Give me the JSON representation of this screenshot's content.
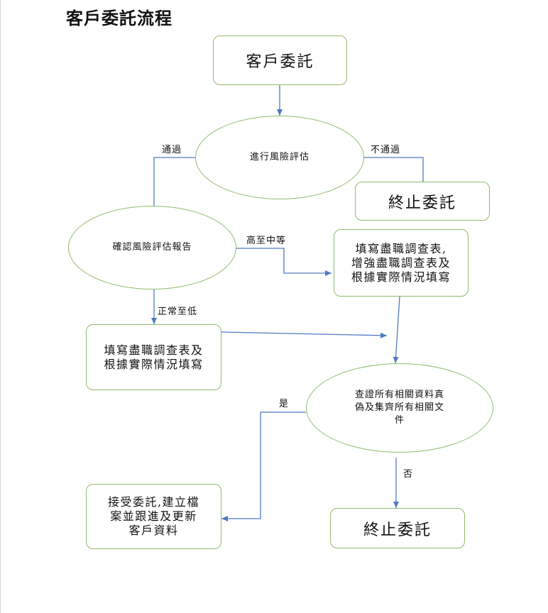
{
  "title": "客戶委託流程",
  "nodes": {
    "start": "客戶委託",
    "risk_assessment": "進行風險評估",
    "terminate_top": "終止委託",
    "confirm_report": "確認風險評估報告",
    "fill_enhanced": "填寫盡職調查表,\n增強盡職調查表及\n根據實際情況填寫",
    "fill_basic": "填寫盡職調查表及\n根據實際情況填寫",
    "verify_docs": "查證所有相關資料真\n偽及集齊所有相關文\n件",
    "accept": "接受委託,建立檔\n案並跟進及更新\n客戶資料",
    "terminate_bottom": "終止委託"
  },
  "edges": {
    "pass": "通過",
    "fail": "不通過",
    "high_to_medium": "高至中等",
    "normal_to_low": "正常至低",
    "yes": "是",
    "no": "否"
  },
  "colors": {
    "node_border": "#8dbb6d",
    "connector": "#4f7ac2"
  }
}
